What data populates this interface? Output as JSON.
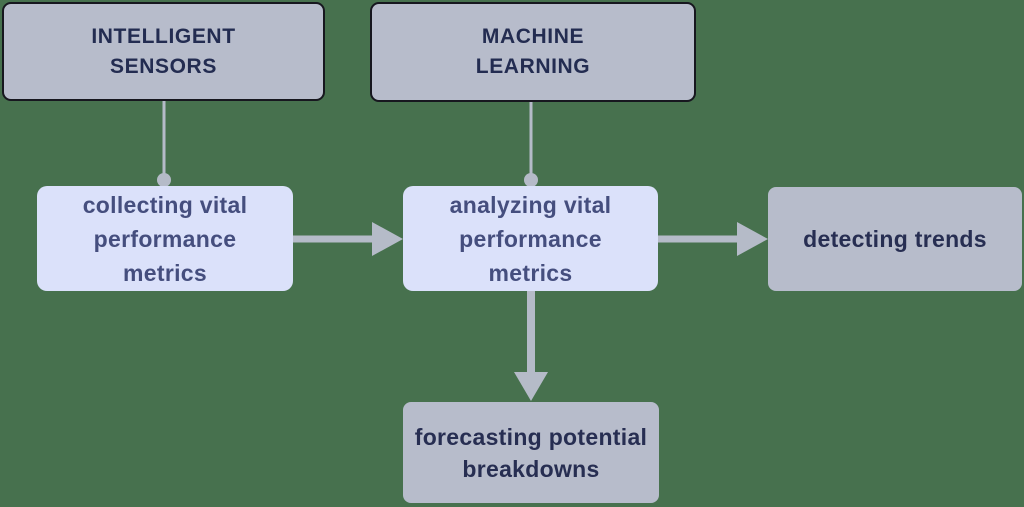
{
  "diagram": {
    "colors": {
      "background": "#47714E",
      "connector": "#B5BBC8",
      "source_fill": "#B7BCCB",
      "source_border": "#17171F",
      "source_text": "#232C51",
      "process_fill": "#DBE1FA",
      "process_text": "#454E7E",
      "output_fill": "#B7BCCB",
      "output_text": "#272E52"
    },
    "nodes": {
      "intelligent_sensors": {
        "label": "INTELLIGENT\nSENSORS"
      },
      "machine_learning": {
        "label": "MACHINE\nLEARNING"
      },
      "collecting": {
        "label": "collecting vital\nperformance\nmetrics"
      },
      "analyzing": {
        "label": "analyzing vital\nperformance\nmetrics"
      },
      "detecting": {
        "label": "detecting trends"
      },
      "forecasting": {
        "label": "forecasting potential\nbreakdowns"
      }
    }
  }
}
